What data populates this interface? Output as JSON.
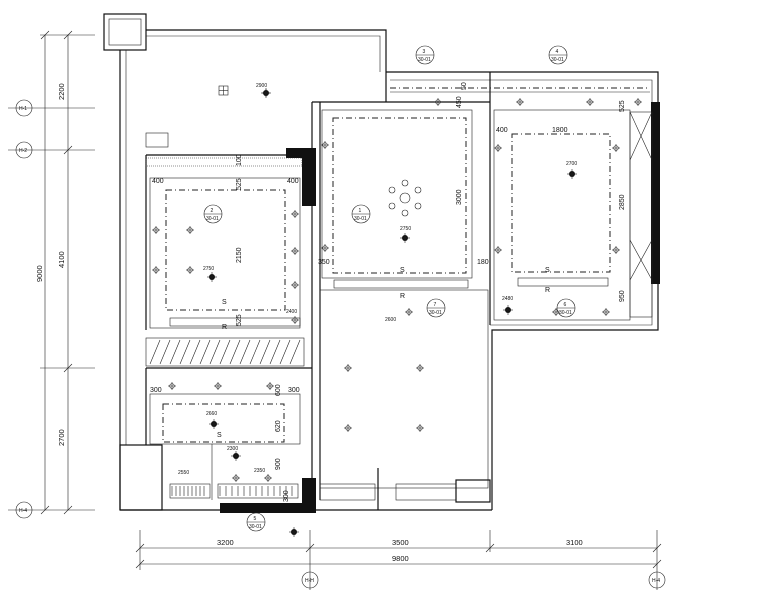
{
  "dims": {
    "left": {
      "d2200": "2200",
      "d4100": "4100",
      "d2700": "2700",
      "total": "9000"
    },
    "bottom": {
      "d3200": "3200",
      "d3500": "3500",
      "d3100": "3100",
      "total": "9800"
    },
    "room1": {
      "w400a": "400",
      "w400b": "400",
      "h525a": "525",
      "h2150": "2150",
      "h525b": "525",
      "w100": "100"
    },
    "room2": {
      "h3000": "3000",
      "w350": "350",
      "w180": "180",
      "w50": "50",
      "h450": "450"
    },
    "room3": {
      "w400": "400",
      "w1800": "1800",
      "h525": "525",
      "h2850": "2850",
      "h950": "950"
    },
    "room4": {
      "w300a": "300",
      "w300b": "300",
      "h600": "600",
      "h620": "620",
      "h900": "900",
      "h300": "300"
    }
  },
  "heights": {
    "h2900": "2900",
    "h2750": "2750",
    "h2400": "2400",
    "h2750b": "2750",
    "h2700": "2700",
    "h2480": "2480",
    "h2600": "2600",
    "h2660": "2660",
    "h2300": "2300",
    "h2350": "2350",
    "h2550": "2550"
  },
  "axes": {
    "left": [
      "H-1",
      "H-2",
      "H-4"
    ],
    "bottom": [
      "H-H",
      "H-4"
    ]
  },
  "callouts": [
    {
      "num": "1",
      "ref": "30-01"
    },
    {
      "num": "2",
      "ref": "30-01"
    },
    {
      "num": "3",
      "ref": "30-01"
    },
    {
      "num": "4",
      "ref": "30-01"
    },
    {
      "num": "5",
      "ref": "30-01"
    },
    {
      "num": "6",
      "ref": "30-01"
    },
    {
      "num": "7",
      "ref": "30-01"
    }
  ],
  "markers": {
    "s": "S",
    "r": "R"
  }
}
